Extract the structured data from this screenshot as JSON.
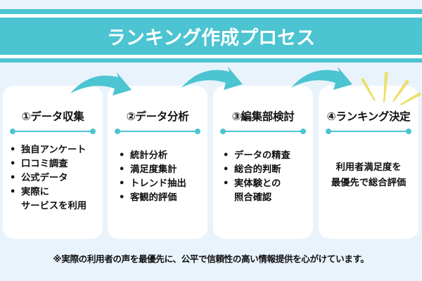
{
  "header": {
    "title": "ランキング作成プロセス"
  },
  "colors": {
    "accent": "#4cc4d1",
    "background": "#e9f3fc",
    "card": "#ffffff",
    "sparkle": "#ecdf6a",
    "text": "#111111"
  },
  "steps": [
    {
      "title": "①データ収集",
      "items": [
        "独自アンケート",
        "口コミ調査",
        "公式データ",
        "実際に",
        "サービスを利用"
      ]
    },
    {
      "title": "②データ分析",
      "items": [
        "統計分析",
        "満足度集計",
        "トレンド抽出",
        "客観的評価"
      ]
    },
    {
      "title": "③編集部検討",
      "items": [
        "データの精査",
        "総合的判断",
        "実体験との",
        "照合確認"
      ]
    },
    {
      "title": "④ランキング決定",
      "lines": [
        "利用者満足度を",
        "最優先で総合評価"
      ]
    }
  ],
  "icons": {
    "step_arrow": "curved-arrow-icon",
    "sparkle": "sparkle-burst-icon",
    "bullet": "•"
  },
  "footnote": "※実際の利用者の声を最優先に、公平で信頼性の高い情報提供を心がけています。"
}
